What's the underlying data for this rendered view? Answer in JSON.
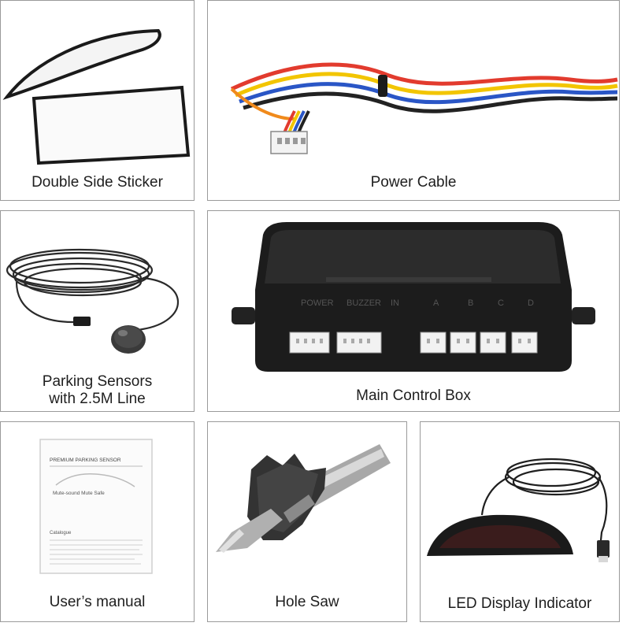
{
  "items": [
    {
      "caption": [
        "Double Side Sticker"
      ]
    },
    {
      "caption": [
        "Power Cable"
      ]
    },
    {
      "caption": [
        "Parking Sensors",
        "with 2.5M Line"
      ]
    },
    {
      "caption": [
        "Main Control Box"
      ]
    },
    {
      "caption": [
        "User’s manual"
      ]
    },
    {
      "caption": [
        "Hole Saw"
      ]
    },
    {
      "caption": [
        "LED Display Indicator"
      ]
    }
  ],
  "control_box_labels": [
    "POWER",
    "BUZZER",
    "IN",
    "A",
    "B",
    "C",
    "D"
  ],
  "manual": {
    "title": "PREMIUM PARKING SENSOR",
    "subtitle": "Mute-sound Mute Safe",
    "section": "Catalogue"
  },
  "wire_colors": [
    "#e23b2e",
    "#f2c500",
    "#2a56c6",
    "#222222",
    "#f08a1c"
  ]
}
